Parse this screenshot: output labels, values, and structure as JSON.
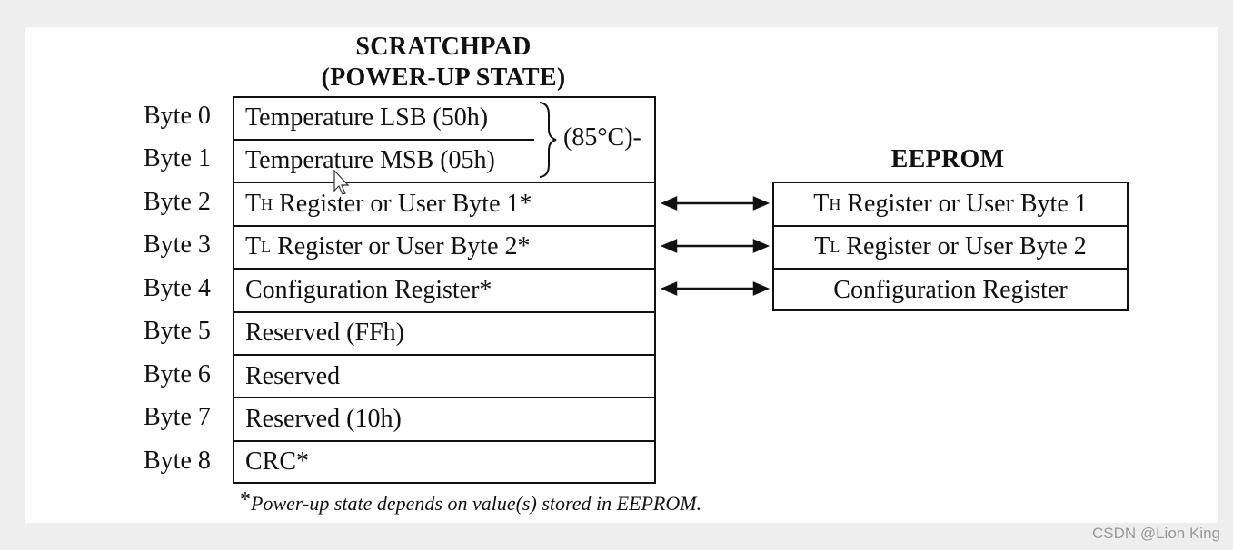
{
  "scratchpad": {
    "title_line1": "SCRATCHPAD",
    "title_line2": "(POWER-UP STATE)",
    "rows": [
      {
        "byte": "Byte 0",
        "content": "Temperature LSB (50h)"
      },
      {
        "byte": "Byte 1",
        "content": "Temperature MSB (05h)"
      },
      {
        "byte": "Byte 2",
        "prefix": "T",
        "sub": "H",
        "content": " Register or User Byte 1*"
      },
      {
        "byte": "Byte 3",
        "prefix": "T",
        "sub": "L",
        "content": " Register or User Byte 2*"
      },
      {
        "byte": "Byte 4",
        "content": "Configuration Register*"
      },
      {
        "byte": "Byte 5",
        "content": "Reserved (FFh)"
      },
      {
        "byte": "Byte 6",
        "content": "Reserved"
      },
      {
        "byte": "Byte 7",
        "content": "Reserved (10h)"
      },
      {
        "byte": "Byte 8",
        "content": "CRC*"
      }
    ],
    "brace_annotation": "(85°C)-"
  },
  "eeprom": {
    "title": "EEPROM",
    "rows": [
      {
        "prefix": "T",
        "sub": "H",
        "content": " Register or User Byte 1"
      },
      {
        "prefix": "T",
        "sub": "L",
        "content": " Register or User Byte 2"
      },
      {
        "content": "Configuration Register"
      }
    ]
  },
  "footnote": {
    "star": "*",
    "text": "Power-up state depends on value(s) stored in EEPROM."
  },
  "watermark": "CSDN @Lion King"
}
